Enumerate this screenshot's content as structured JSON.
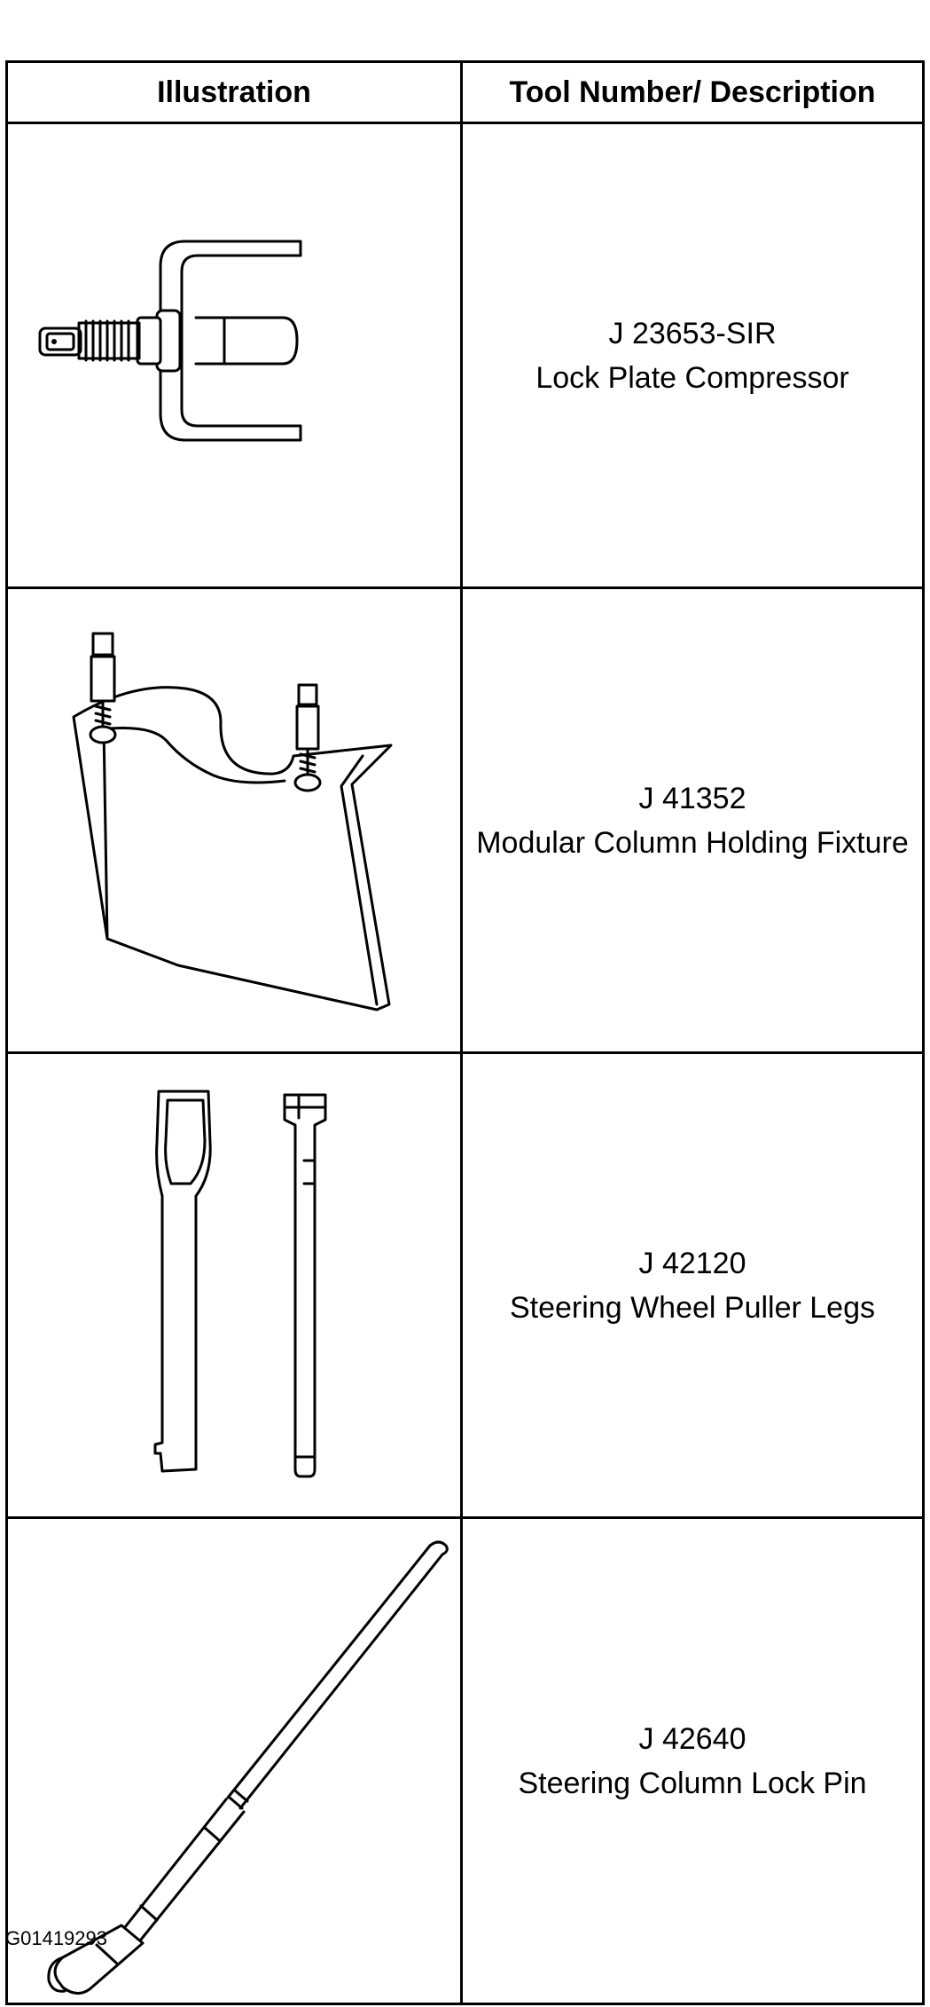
{
  "table": {
    "headers": [
      "Illustration",
      "Tool Number/ Description"
    ],
    "rows": [
      {
        "tool_number": "J 23653-SIR",
        "description": "Lock Plate Compressor",
        "illustration": "lock-plate-compressor-illustration"
      },
      {
        "tool_number": "J 41352",
        "description": "Modular Column Holding Fixture",
        "illustration": "column-holding-fixture-illustration"
      },
      {
        "tool_number": "J 42120",
        "description": "Steering Wheel Puller Legs",
        "illustration": "puller-legs-illustration"
      },
      {
        "tool_number": "J 42640",
        "description": "Steering Column Lock Pin",
        "illustration": "lock-pin-illustration"
      }
    ]
  },
  "figure_id": "G01419293"
}
